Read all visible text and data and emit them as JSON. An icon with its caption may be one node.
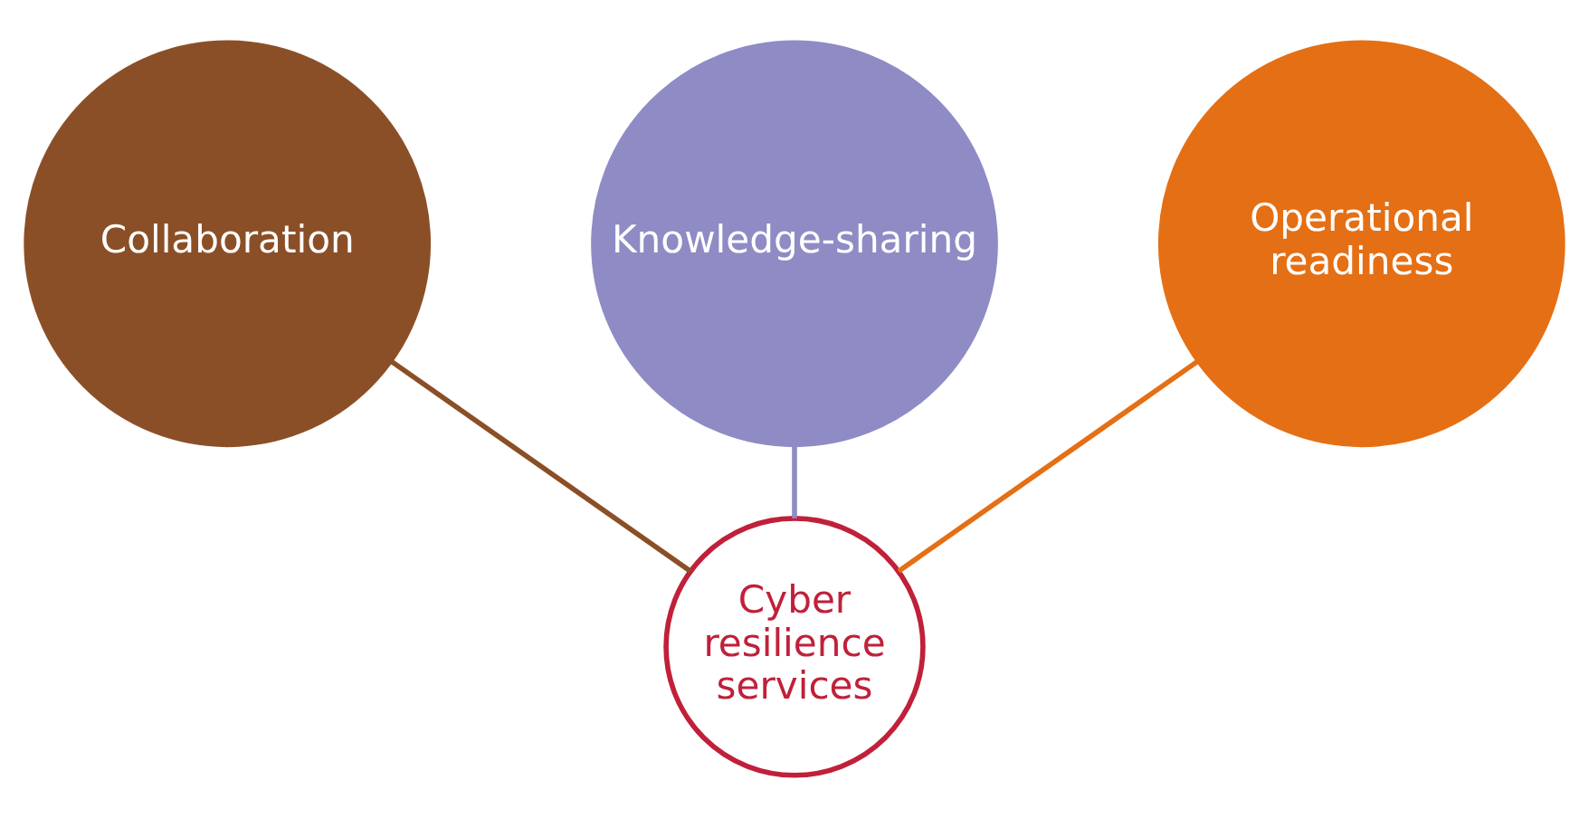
{
  "diagram": {
    "nodes": [
      {
        "text": [
          "Knowledge-sharing"
        ]
      },
      {
        "text": [
          "Collaboration"
        ]
      },
      {
        "text": [
          "Operational readiness"
        ]
      },
      {
        "text": [
          "Cyber resilience services"
        ]
      }
    ],
    "edges": [
      {
        "from": 0,
        "to": 3,
        "arrow": "none",
        "color": "#8f8bc4"
      },
      {
        "from": 1,
        "to": 3,
        "arrow": "none",
        "color": "#8b4f27"
      },
      {
        "from": 2,
        "to": 3,
        "arrow": "none",
        "color": "#e56f14"
      }
    ]
  }
}
